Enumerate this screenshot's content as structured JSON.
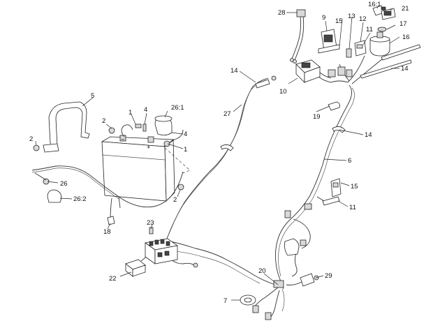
{
  "diagram": {
    "callouts": {
      "c1a": "1",
      "c1b": "1",
      "c2a": "2",
      "c2b": "2",
      "c2c": "2",
      "c4a": "4",
      "c4b": "4",
      "c5": "5",
      "c6": "6",
      "c7": "7",
      "c9": "9",
      "c10": "10",
      "c11a": "11",
      "c11b": "11",
      "c12": "12",
      "c13": "13",
      "c14a": "14",
      "c14b": "14",
      "c14c": "14",
      "c15a": "15",
      "c15b": "15",
      "c16": "16",
      "c16_1": "16:1",
      "c17": "17",
      "c18": "18",
      "c19": "19",
      "c20": "20",
      "c21": "21",
      "c22": "22",
      "c23": "23",
      "c26": "26",
      "c26_1": "26:1",
      "c26_2": "26:2",
      "c27": "27",
      "c28": "28",
      "c29": "29"
    },
    "battery_terminal_marks": {
      "negative": "−",
      "positive": "+"
    }
  }
}
